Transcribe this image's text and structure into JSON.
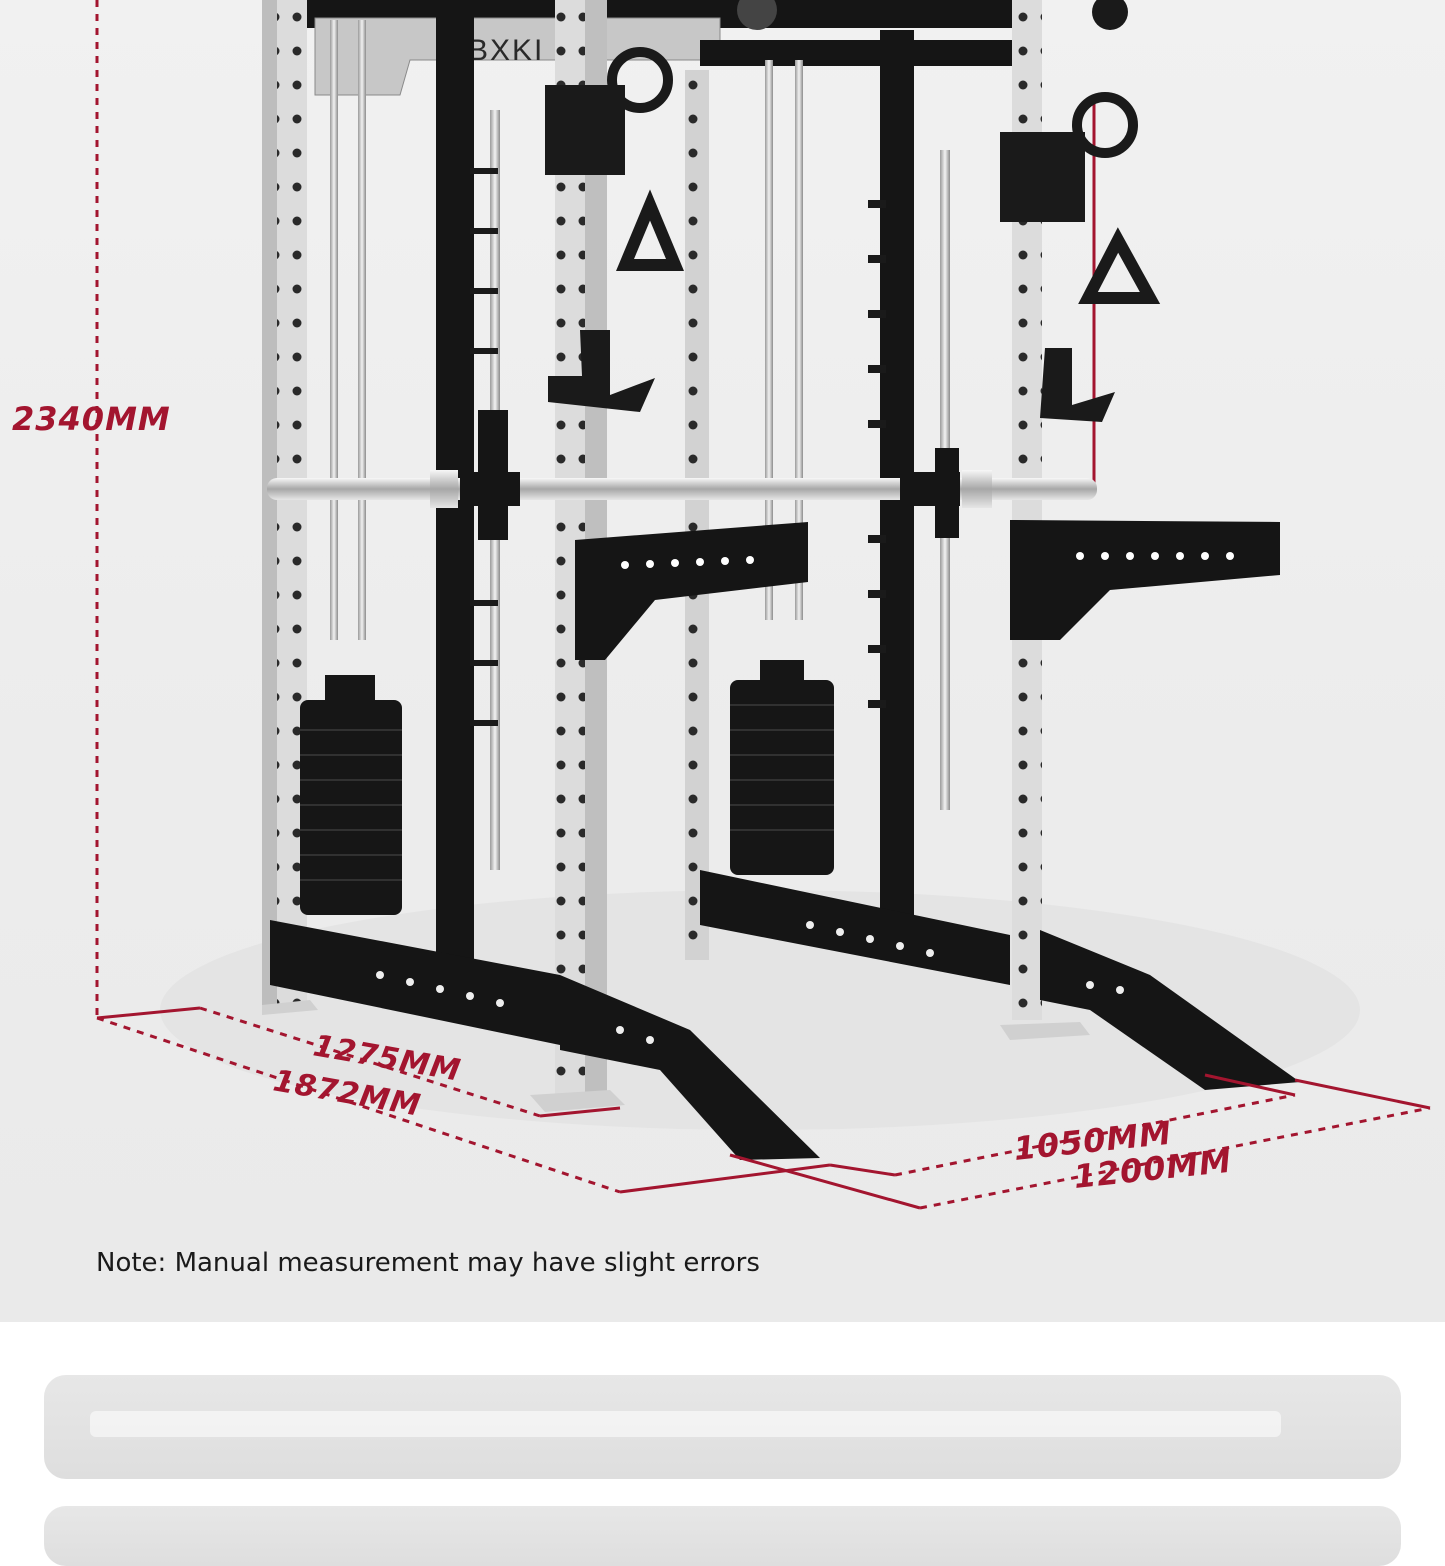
{
  "product": {
    "brand_text": "BXKI",
    "dimensions": {
      "height": "2340MM",
      "inner_length": "1275MM",
      "outer_length": "1872MM",
      "inner_width": "1050MM",
      "outer_width": "1200MM"
    },
    "note": "Note: Manual measurement may have slight errors"
  },
  "colors": {
    "accent": "#a3152f",
    "frame_black": "#151515",
    "upright_silver": "#d9d9d9",
    "background": "#eeeeee"
  },
  "icons": [
    "smith-machine-rack-illustration"
  ]
}
